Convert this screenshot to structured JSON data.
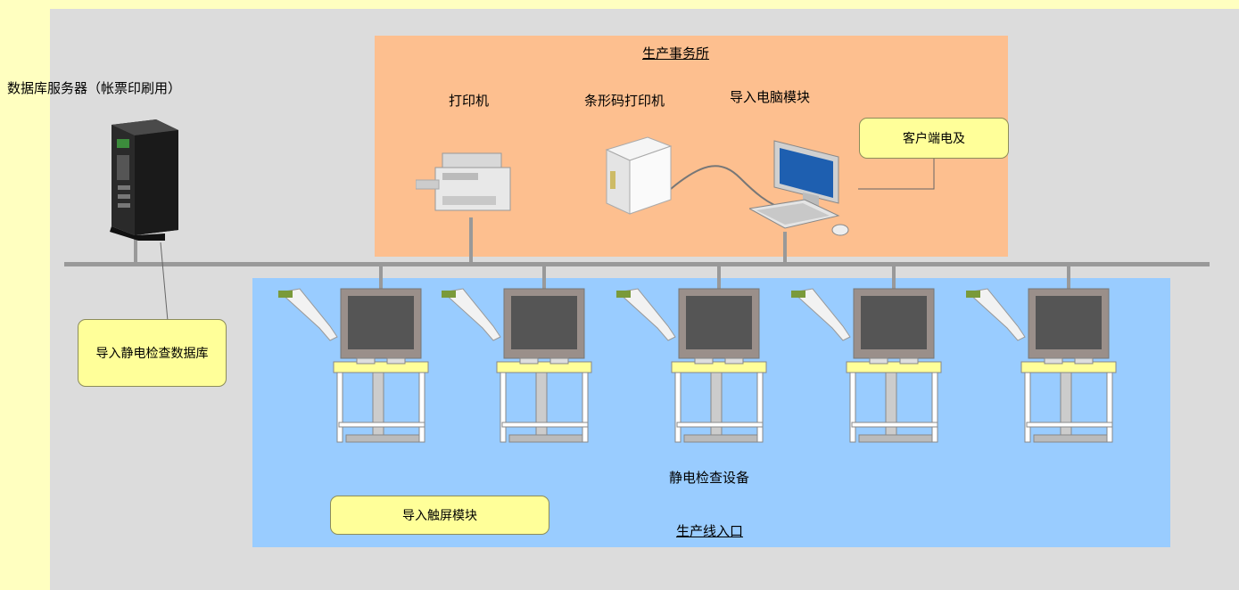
{
  "db_server": {
    "label": "数据库服务器（帐票印刷用）",
    "icon": "server-icon"
  },
  "office": {
    "title": "生产事务所",
    "color": "#fdbf8f"
  },
  "devices": {
    "printer": "打印机",
    "barcode_printer": "条形码打印机",
    "import_pc": "导入电脑模块"
  },
  "notes": {
    "client": "客户端电及",
    "import_db": "导入静电检查数据库",
    "touch_module": "导入触屏模块"
  },
  "line": {
    "label": "静电检查设备",
    "entrance": "生产线入口",
    "color": "#99ccff",
    "stations": [
      {
        "icon": "barcode-scanner-icon"
      },
      {
        "icon": "barcode-scanner-icon"
      },
      {
        "icon": "barcode-scanner-icon"
      },
      {
        "icon": "barcode-scanner-icon"
      },
      {
        "icon": "barcode-scanner-icon"
      }
    ]
  }
}
